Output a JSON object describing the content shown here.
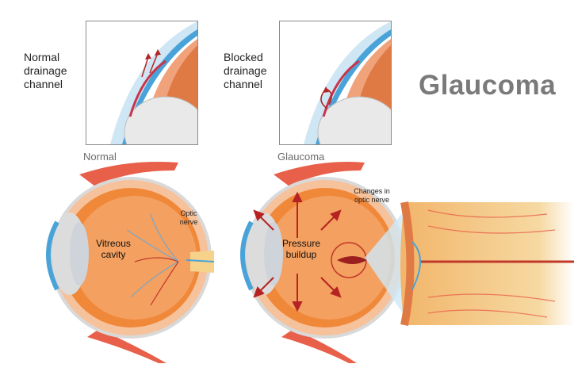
{
  "title": "Glaucoma",
  "insets": {
    "normal": {
      "label": "Normal\ndrainage\nchannel"
    },
    "blocked": {
      "label": "Blocked\ndrainage\nchannel"
    }
  },
  "eyes": {
    "normal": {
      "caption": "Normal",
      "cavity_label": "Vitreous\ncavity",
      "nerve_label": "Optic\nnerve"
    },
    "glaucoma": {
      "caption": "Glaucoma",
      "pressure_label": "Pressure\nbuildup",
      "changes_label": "Changes in\noptic nerve"
    }
  },
  "colors": {
    "title": "#7a7a7a",
    "sclera": "#f4a97a",
    "retina": "#f0883a",
    "cornea": "#4aa3d8",
    "muscle": "#e8604a",
    "arrow": "#b52323"
  }
}
